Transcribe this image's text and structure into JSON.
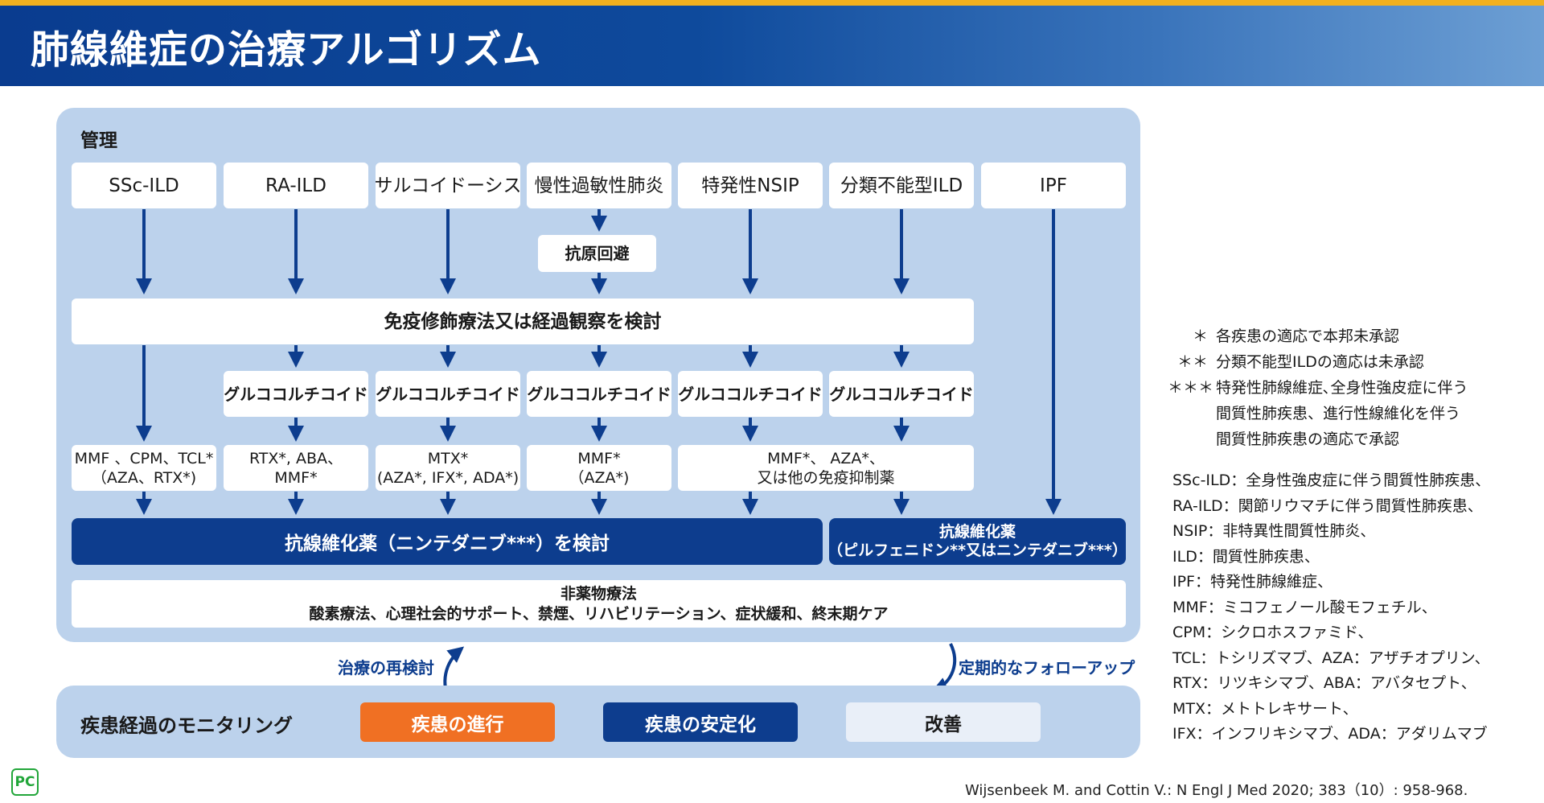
{
  "title": "肺線維症の治療アルゴリズム",
  "management_label": "管理",
  "diseases": [
    "SSc-ILD",
    "RA-ILD",
    "サルコイドーシス",
    "慢性過敏性肺炎",
    "特発性NSIP",
    "分類不能型ILD",
    "IPF"
  ],
  "antigen_avoidance": "抗原回避",
  "immuno_consider": "免疫修飾療法又は経過観察を検討",
  "glucocorticoid": "グルココルチコイド",
  "drugs": {
    "ssc": {
      "line1": "MMF 、CPM、TCL*",
      "line2": "（AZA、RTX*)"
    },
    "ra": {
      "line1": "RTX*, ABA、",
      "line2": "MMF*"
    },
    "sarc": {
      "line1": "MTX*",
      "line2": "(AZA*, IFX*, ADA*)"
    },
    "chp": {
      "line1": "MMF*",
      "line2": "（AZA*)"
    },
    "nsip_unc": {
      "line1": "MMF*、 AZA*、",
      "line2": "又は他の免疫抑制薬"
    }
  },
  "antifibrotic_consider": "抗線維化薬（ニンテダニブ***）を検討",
  "ipf_antifibrotic": {
    "line1": "抗線維化薬",
    "line2": "（ピルフェニドン**又はニンテダニブ***）"
  },
  "nonpharm": {
    "title": "非薬物療法",
    "items": "酸素療法、心理社会的サポート、禁煙、リハビリテーション、症状緩和、終末期ケア"
  },
  "recheck_label": "治療の再検討",
  "followup_label": "定期的なフォローアップ",
  "monitoring": {
    "label": "疾患経過のモニタリング",
    "states": [
      {
        "label": "疾患の進行",
        "color": "#f07023"
      },
      {
        "label": "疾患の安定化",
        "color": "#0d3d8e"
      },
      {
        "label": "改善",
        "color": "#e9eff8"
      }
    ]
  },
  "notes": [
    {
      "mark": "＊",
      "text": "各疾患の適応で本邦未承認"
    },
    {
      "mark": "＊＊",
      "text": "分類不能型ILDの適応は未承認"
    },
    {
      "mark": "＊＊＊",
      "text": "特発性肺線維症､全身性強皮症に伴う"
    },
    {
      "mark": "",
      "text": "間質性肺疾患、進行性線維化を伴う"
    },
    {
      "mark": "",
      "text": "間質性肺疾患の適応で承認"
    }
  ],
  "abbreviations": [
    "SSc-ILD：全身性強皮症に伴う間質性肺疾患、",
    "RA-ILD：関節リウマチに伴う間質性肺疾患、",
    "NSIP：非特異性間質性肺炎、",
    "ILD：間質性肺疾患、",
    "IPF：特発性肺線維症、",
    "MMF：ミコフェノール酸モフェチル、",
    "CPM：シクロホスファミド、",
    "TCL：トシリズマブ、AZA：アザチオプリン、",
    "RTX：リツキシマブ、ABA：アバタセプト、",
    "MTX：メトトレキサート、",
    "IFX：インフリキシマブ、ADA：アダリムマブ"
  ],
  "citation": "Wijsenbeek M. and Cottin V.: N Engl J Med 2020; 383（10）: 958-968.",
  "logo_text": "PC",
  "colors": {
    "navy": "#0d3d8e",
    "panel": "#bcd2ec",
    "orange": "#f07023",
    "accent_bar": "#f2b01e"
  }
}
